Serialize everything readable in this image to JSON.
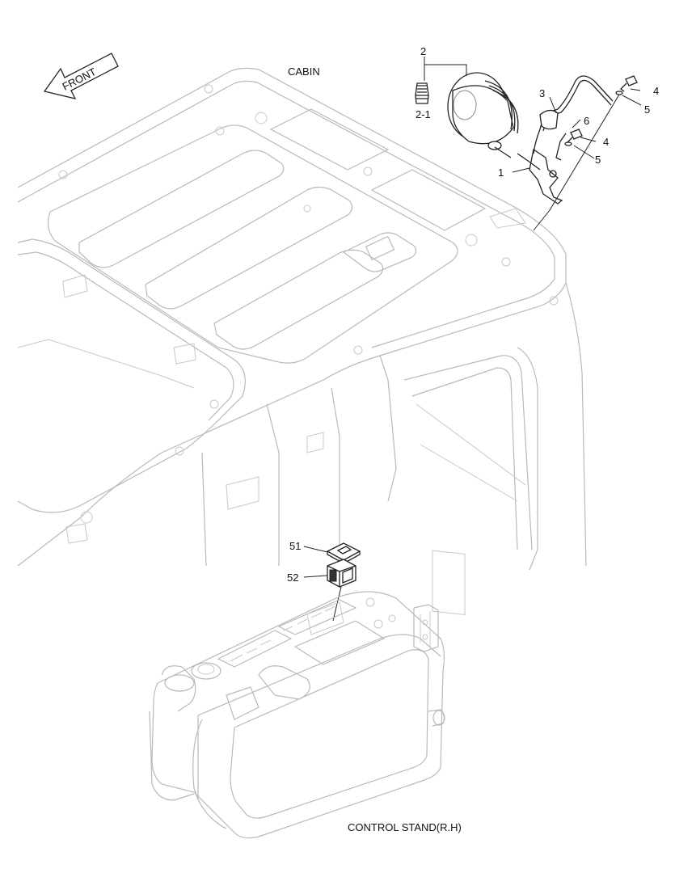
{
  "titles": {
    "cabin": "CABIN",
    "control_stand": "CONTROL STAND(R.H)",
    "front_arrow": "FRONT"
  },
  "callouts": {
    "c1": "1",
    "c2": "2",
    "c2_1": "2-1",
    "c3": "3",
    "c4a": "4",
    "c4b": "4",
    "c5a": "5",
    "c5b": "5",
    "c6": "6",
    "c51": "51",
    "c52": "52"
  }
}
